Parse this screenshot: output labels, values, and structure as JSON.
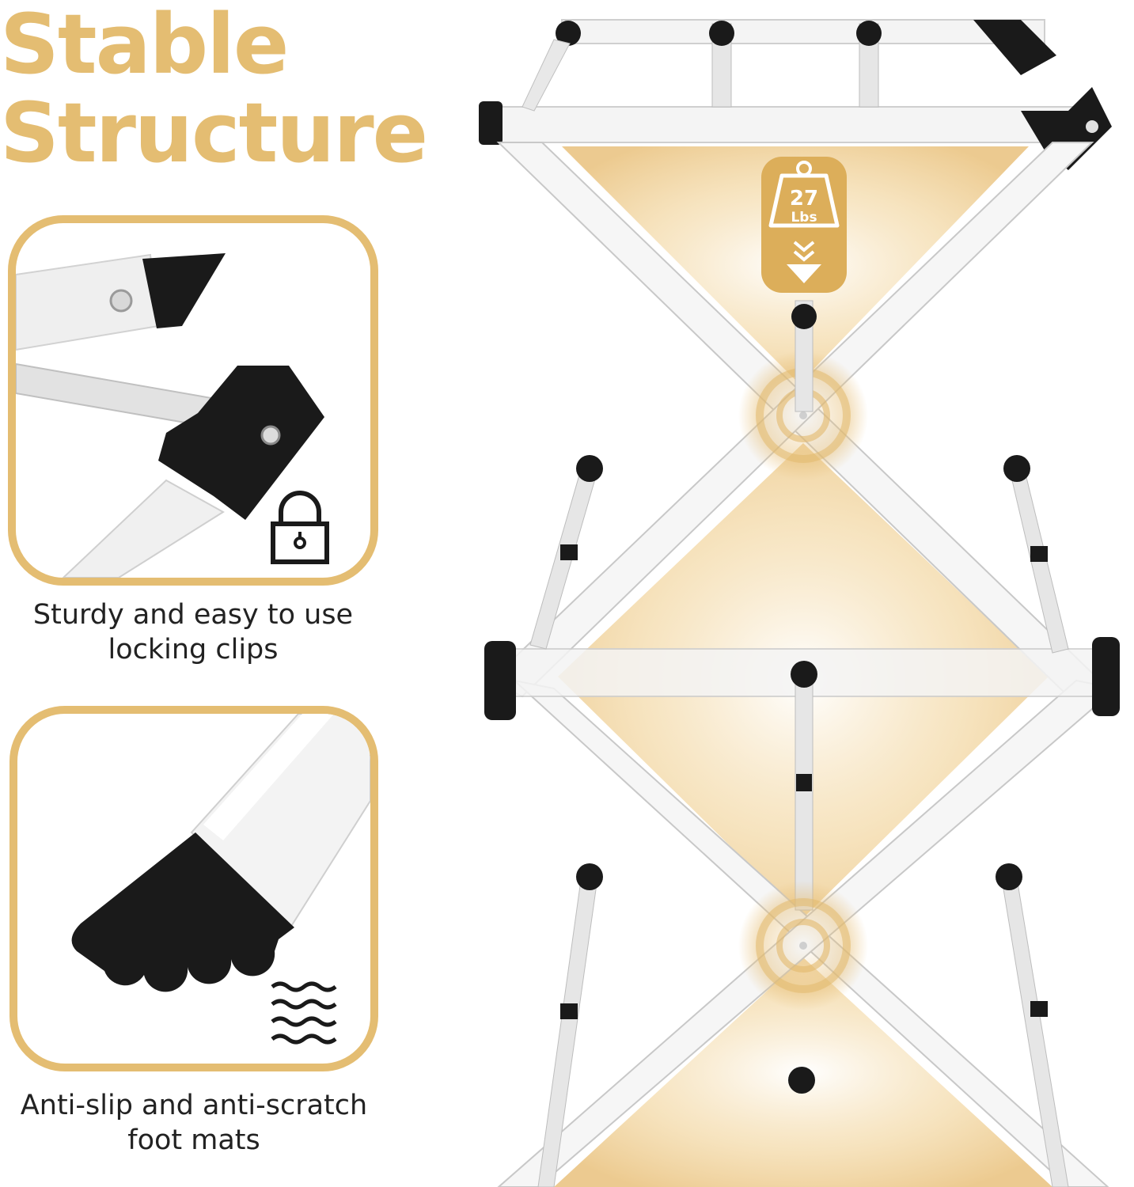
{
  "heading": {
    "line1": "Stable",
    "line2": "Structure"
  },
  "features": [
    {
      "caption_line1": "Sturdy and easy to use",
      "caption_line2": "locking clips",
      "icon": "padlock-icon"
    },
    {
      "caption_line1": "Anti-slip and anti-scratch",
      "caption_line2": "foot mats",
      "icon": "waves-icon"
    }
  ],
  "load_badge": {
    "value": "27",
    "unit": "Lbs",
    "icon": "weight-icon"
  },
  "colors": {
    "accent": "#e4bd72",
    "frame": "#f4f4f4",
    "joint": "#1a1a1a"
  }
}
